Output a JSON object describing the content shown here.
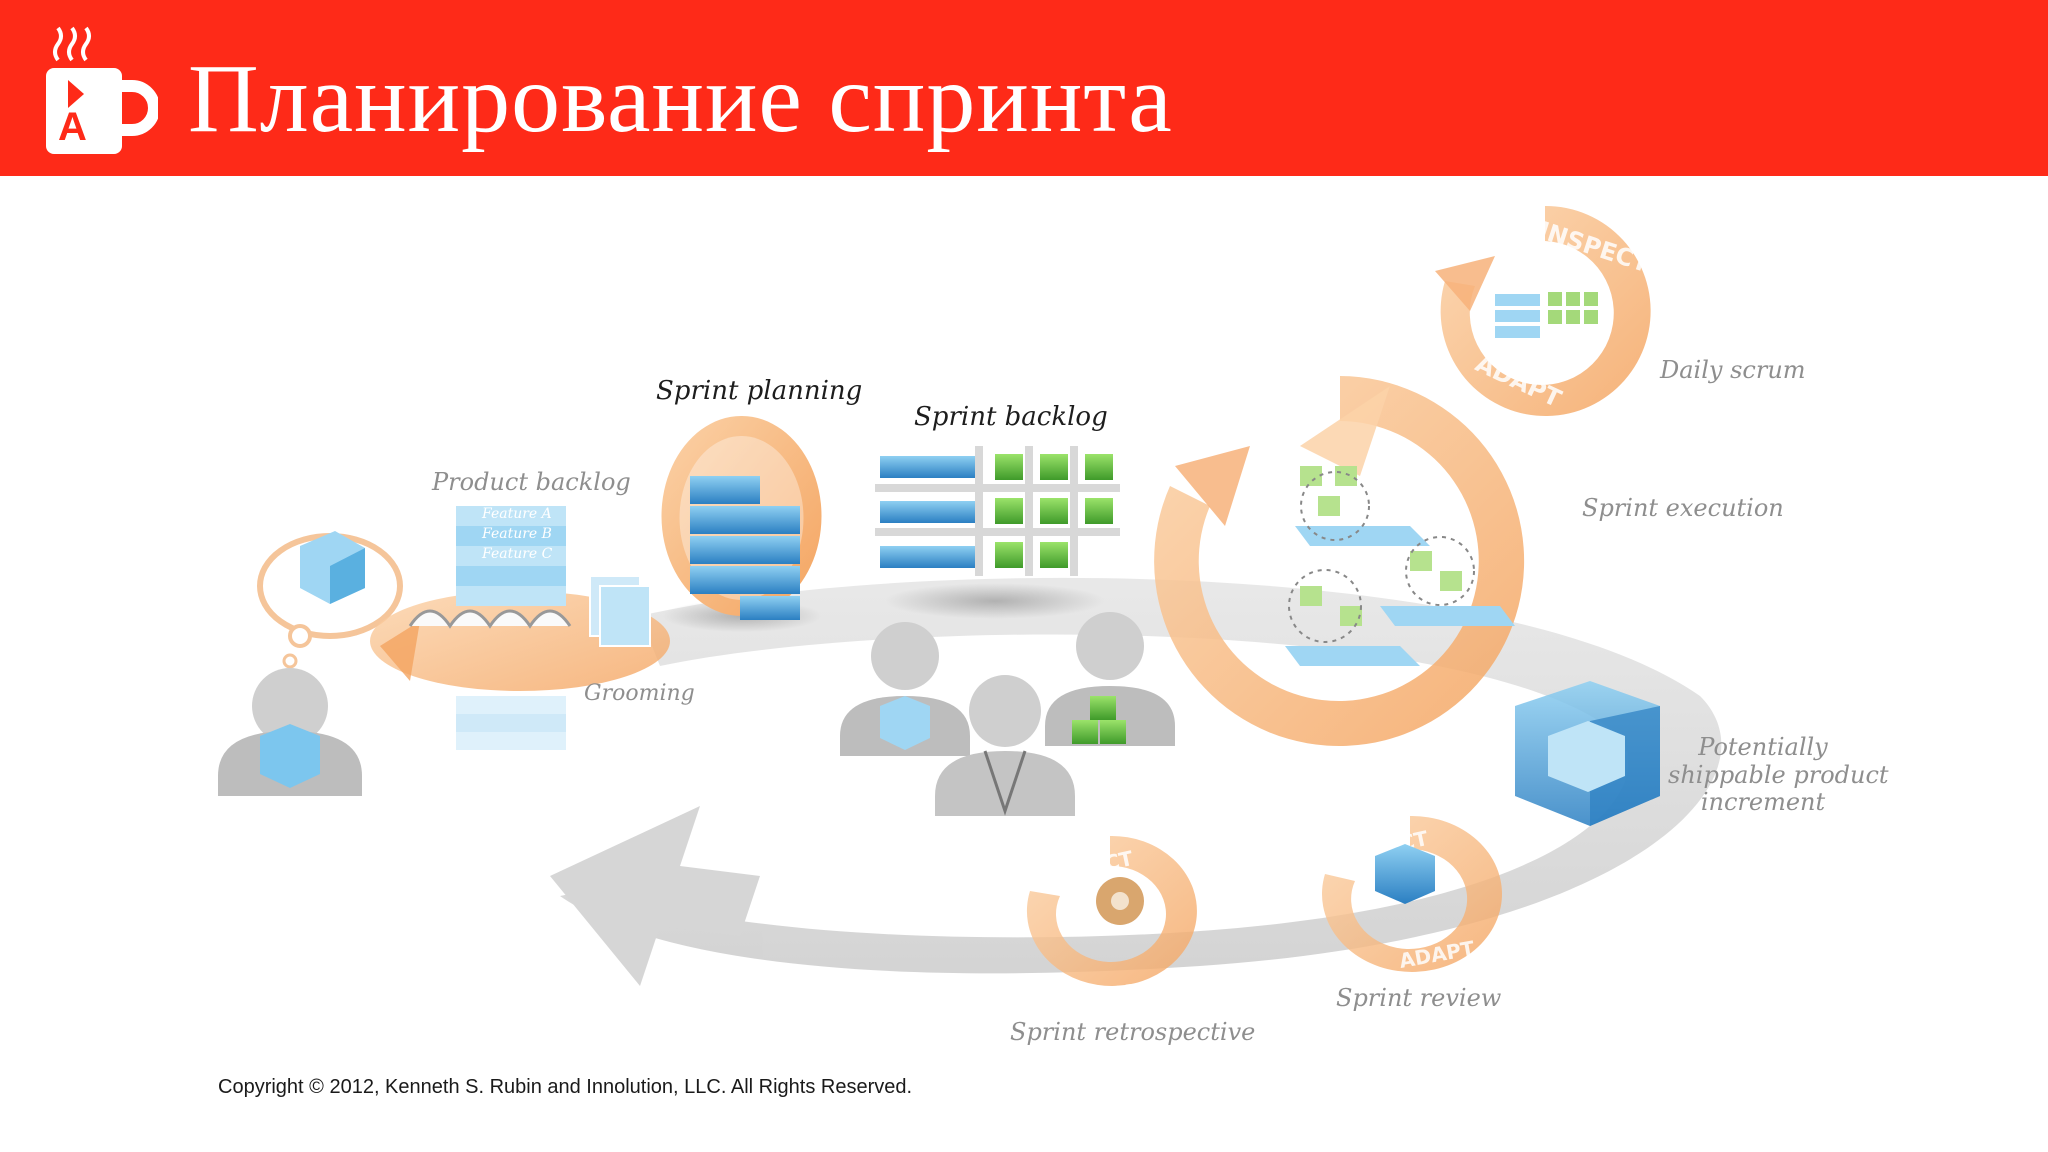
{
  "header": {
    "title": "Планирование спринта",
    "background_color": "#fe2a18",
    "logo_icon": "coffee-mug-icon",
    "logo_letter": "A"
  },
  "diagram": {
    "labels": {
      "product_backlog": "Product backlog",
      "feature_a": "Feature A",
      "feature_b": "Feature B",
      "feature_c": "Feature C",
      "grooming": "Grooming",
      "sprint_planning": "Sprint planning",
      "sprint_backlog": "Sprint backlog",
      "daily_scrum": "Daily scrum",
      "sprint_execution": "Sprint execution",
      "potentially_1": "Potentially",
      "potentially_2": "shippable product",
      "potentially_3": "increment",
      "sprint_review": "Sprint review",
      "sprint_retrospective": "Sprint retrospective",
      "inspect": "INSPECT",
      "adapt": "ADAPT"
    },
    "colors": {
      "orange_arrow": "#f7b27a",
      "gray_flow": "#d6d6d6",
      "blue_cube": "#5aa9dc",
      "green_cube": "#6fbf3f"
    }
  },
  "footer": {
    "copyright": "Copyright © 2012, Kenneth S. Rubin and Innolution, LLC. All Rights Reserved."
  }
}
